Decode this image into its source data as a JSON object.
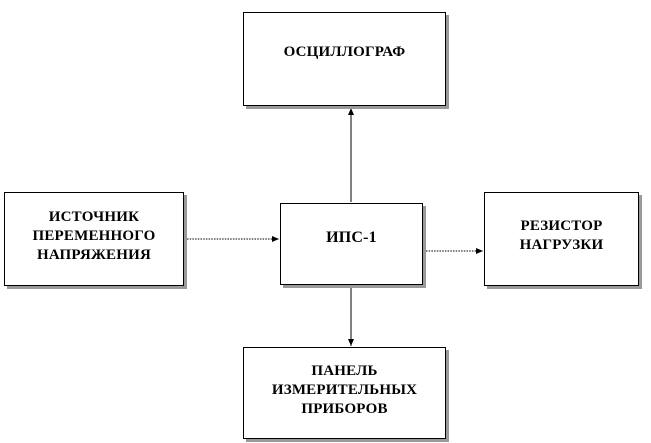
{
  "diagram": {
    "boxes": {
      "oscillograph": "ОСЦИЛЛОГРАФ",
      "source": "ИСТОЧНИК\nПЕРЕМЕННОГО\nНАПРЯЖЕНИЯ",
      "ips": "ИПС-1",
      "resistor": "РЕЗИСТОР\nНАГРУЗКИ",
      "panel": "ПАНЕЛЬ\nИЗМЕРИТЕЛЬНЫХ\nПРИБОРОВ"
    },
    "colors": {
      "line": "#000000",
      "shadow": "#9a9a9a",
      "background": "#ffffff"
    }
  }
}
